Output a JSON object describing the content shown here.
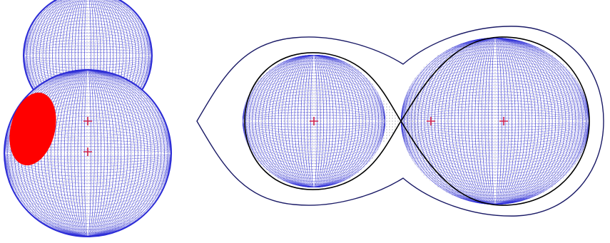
{
  "figure": {
    "panels": [
      {
        "id": "left-view",
        "view": "oblique",
        "components": 2,
        "spot": true
      },
      {
        "id": "right-view",
        "view": "edge-on",
        "components": 2,
        "outer_envelope": true
      }
    ],
    "markers": {
      "glyph": "+",
      "left_view_count": 2,
      "right_view_count": 3
    },
    "colors": {
      "surface_mesh": "#2b2bd6",
      "surface_dots": "#111133",
      "lobe_outline": "#000000",
      "outer_contour": "#1a1a66",
      "spot": "#ff0000",
      "markers": "#d0204a",
      "background": "#ffffff"
    }
  }
}
